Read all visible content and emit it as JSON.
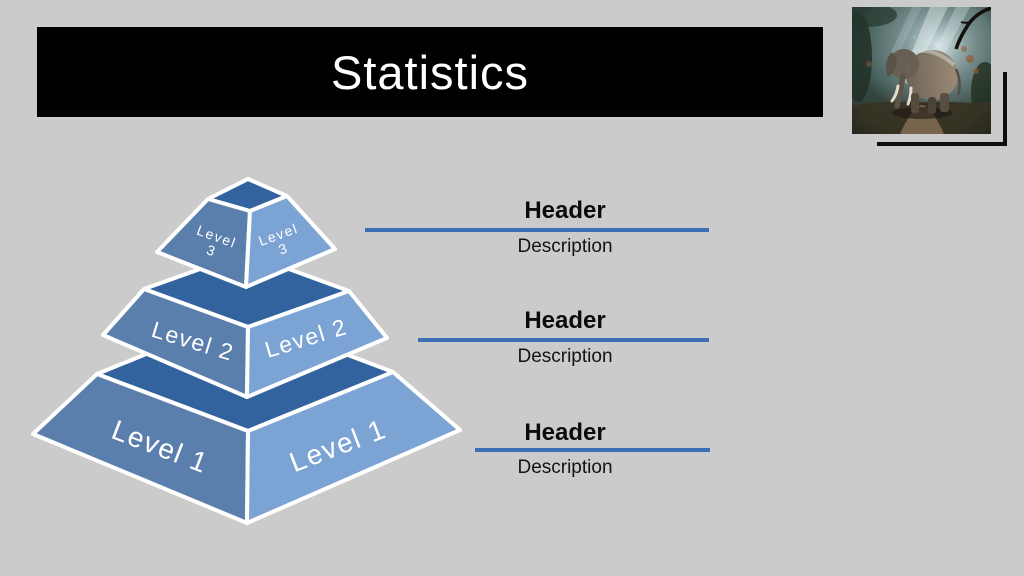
{
  "slide": {
    "background_color": "#cbcbcb",
    "title": {
      "text": "Statistics",
      "bar_color": "#000000",
      "text_color": "#ffffff"
    }
  },
  "pyramid": {
    "type": "pyramid-diagram",
    "levels_count": 3,
    "colors": {
      "left_face": "#5b7fad",
      "right_face": "#7ba3d4",
      "top_face": "#33639f",
      "edge": "#ffffff",
      "label_text": "#ffffff"
    },
    "tiers": [
      {
        "label": "Level 1"
      },
      {
        "label": "Level 2"
      },
      {
        "label": "Level 3",
        "line1": "Level",
        "line2": "3"
      }
    ]
  },
  "rows": [
    {
      "header": "Header",
      "description": "Description"
    },
    {
      "header": "Header",
      "description": "Description"
    },
    {
      "header": "Header",
      "description": "Description"
    }
  ],
  "accent": {
    "divider_line_color": "#3d6eb4"
  },
  "photo": {
    "description": "Elephant standing on a forest path lit by sunbeams",
    "frame_color": "#0d0d0d"
  }
}
